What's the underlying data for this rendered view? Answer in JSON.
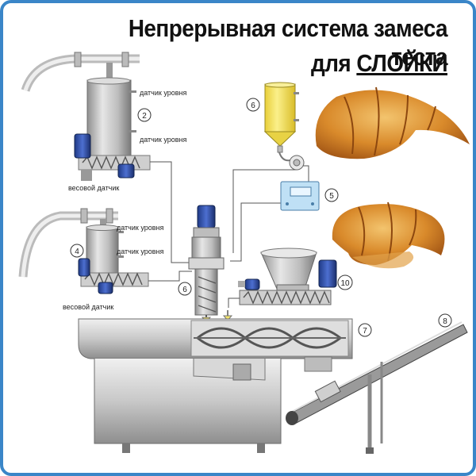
{
  "title": {
    "line1": "Непрерывная система замеса теста",
    "line2_prefix": "для ",
    "line2_emphasis": "СЛОЙКИ"
  },
  "labels": {
    "level_sensor": "датчик уровня",
    "weight_sensor": "весовой датчик"
  },
  "callouts": [
    "2",
    "4",
    "5",
    "6",
    "6",
    "7",
    "8",
    "10"
  ],
  "colors": {
    "frame": "#3a86c8",
    "motor": "#2f4fa8",
    "steel": "#c9c9c9",
    "tank_yellow": "#f3e46a",
    "controller": "#bfe0f5",
    "croissant": "#d88a2c"
  }
}
